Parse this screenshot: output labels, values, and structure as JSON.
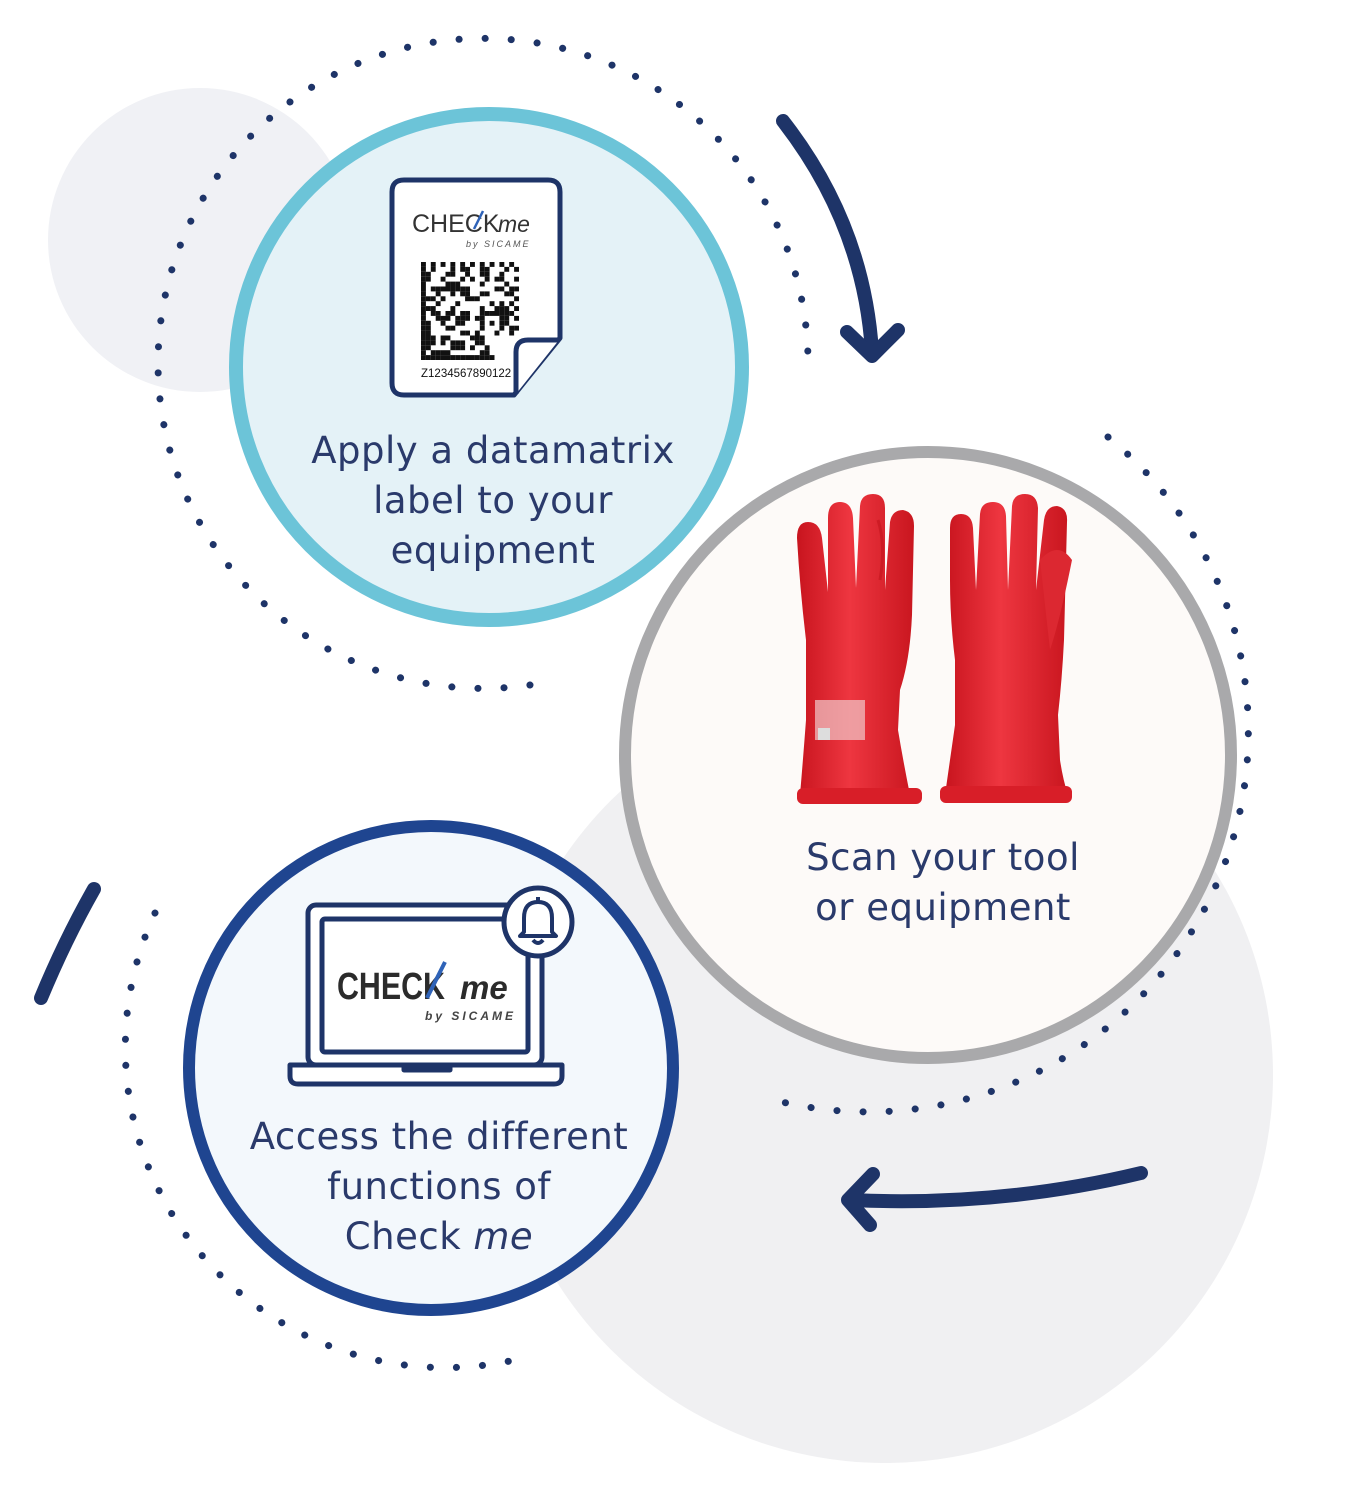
{
  "steps": [
    {
      "id": "apply-label",
      "lines": [
        "Apply a datamatrix",
        "label to your",
        "equipment"
      ],
      "icon": "datamatrix-label-icon",
      "label_logo": {
        "brand": "CHECK",
        "brand_script": "me",
        "by": "by SICAME",
        "code": "Z1234567890122"
      }
    },
    {
      "id": "scan-tool",
      "lines": [
        "Scan your tool",
        "or equipment"
      ],
      "icon": "insulating-gloves-image"
    },
    {
      "id": "access-functions",
      "lines": [
        "Access the different",
        "functions of"
      ],
      "last_line_prefix": "Check ",
      "last_line_italic": "me",
      "icon": "laptop-notification-icon",
      "screen_logo": {
        "brand": "CHECK",
        "brand_script": "me",
        "by": "by SICAME"
      }
    }
  ],
  "colors": {
    "navy": "#1e3468",
    "text": "#2a3a6b",
    "circle1_border": "#6cc4d8",
    "circle1_fill": "#e4f2f7",
    "circle2_border": "#a9a9ab",
    "circle2_fill": "#fdfaf8",
    "circle3_border": "#1f4590",
    "circle3_fill": "#f3f8fc",
    "bg_blob": "#f0f1f4",
    "glove_red": "#e4232d"
  }
}
